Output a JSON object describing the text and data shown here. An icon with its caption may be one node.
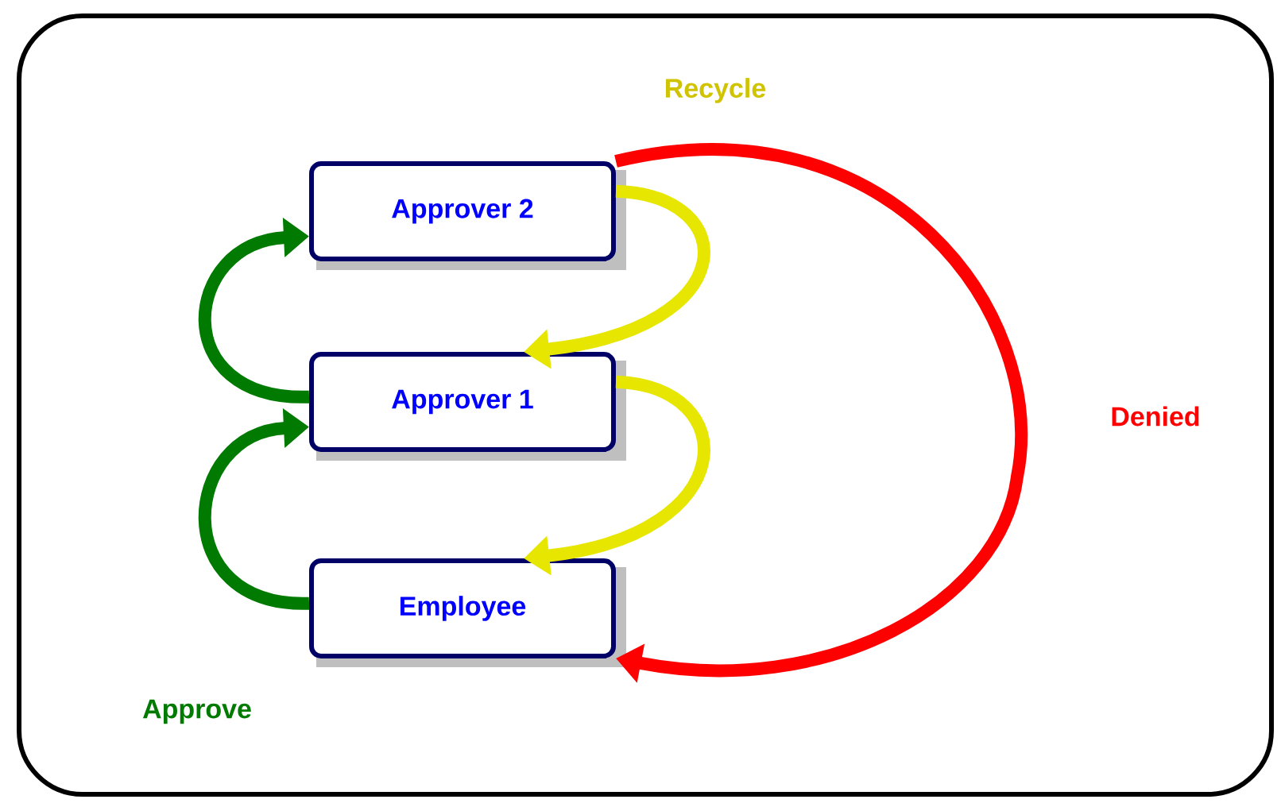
{
  "diagram": {
    "nodes": [
      {
        "text": [
          "Approver 2"
        ]
      },
      {
        "text": [
          "Approver 1"
        ]
      },
      {
        "text": [
          "Employee"
        ]
      }
    ],
    "edges": [
      {
        "from": 2,
        "to": 1,
        "arrow": "to",
        "color": "#007a00"
      },
      {
        "from": 1,
        "to": 0,
        "arrow": "to",
        "color": "#007a00"
      },
      {
        "from": 0,
        "to": 1,
        "arrow": "to",
        "color": "#e6e600"
      },
      {
        "from": 1,
        "to": 2,
        "arrow": "to",
        "color": "#e6e600"
      },
      {
        "from": 0,
        "to": 2,
        "arrow": "to",
        "color": "#ff0000"
      }
    ],
    "labels": [
      "Recycle",
      "Denied",
      "Approve"
    ]
  }
}
